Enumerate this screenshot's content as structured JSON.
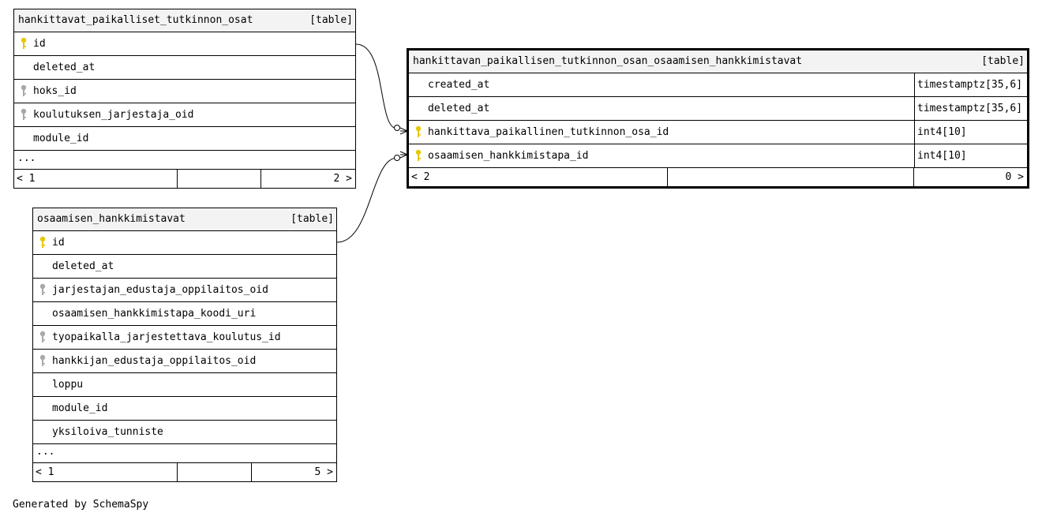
{
  "tables": {
    "hpto": {
      "name": "hankittavat_paikalliset_tutkinnon_osat",
      "kind": "[table]",
      "columns": [
        {
          "name": "id",
          "key": "primary"
        },
        {
          "name": "deleted_at",
          "key": "none"
        },
        {
          "name": "hoks_id",
          "key": "foreign"
        },
        {
          "name": "koulutuksen_jarjestaja_oid",
          "key": "foreign"
        },
        {
          "name": "module_id",
          "key": "none"
        }
      ],
      "more": "...",
      "footer": {
        "left": "< 1",
        "right": "2 >"
      }
    },
    "hpto_oh": {
      "name": "hankittavan_paikallisen_tutkinnon_osan_osaamisen_hankkimistavat",
      "kind": "[table]",
      "columns": [
        {
          "name": "created_at",
          "type": "timestamptz[35,6]",
          "key": "none"
        },
        {
          "name": "deleted_at",
          "type": "timestamptz[35,6]",
          "key": "none"
        },
        {
          "name": "hankittava_paikallinen_tutkinnon_osa_id",
          "type": "int4[10]",
          "key": "primary"
        },
        {
          "name": "osaamisen_hankkimistapa_id",
          "type": "int4[10]",
          "key": "primary"
        }
      ],
      "footer": {
        "left": "< 2",
        "right": "0 >"
      }
    },
    "oh": {
      "name": "osaamisen_hankkimistavat",
      "kind": "[table]",
      "columns": [
        {
          "name": "id",
          "key": "primary"
        },
        {
          "name": "deleted_at",
          "key": "none"
        },
        {
          "name": "jarjestajan_edustaja_oppilaitos_oid",
          "key": "foreign"
        },
        {
          "name": "osaamisen_hankkimistapa_koodi_uri",
          "key": "none"
        },
        {
          "name": "tyopaikalla_jarjestettava_koulutus_id",
          "key": "foreign"
        },
        {
          "name": "hankkijan_edustaja_oppilaitos_oid",
          "key": "foreign"
        },
        {
          "name": "loppu",
          "key": "none"
        },
        {
          "name": "module_id",
          "key": "none"
        },
        {
          "name": "yksiloiva_tunniste",
          "key": "none"
        }
      ],
      "more": "...",
      "footer": {
        "left": "< 1",
        "right": "5 >"
      }
    }
  },
  "colors": {
    "primary_key": "#e6c800",
    "foreign_key": "#a8a8a8",
    "header_bg": "#f3f3f3"
  },
  "generated_by": "Generated by SchemaSpy"
}
